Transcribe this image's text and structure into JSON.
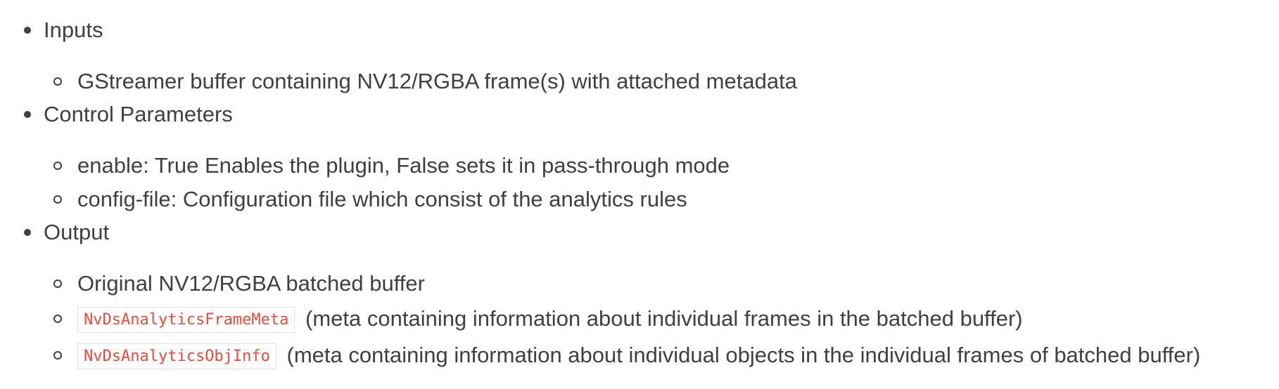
{
  "sections": [
    {
      "label": "Inputs",
      "items": [
        {
          "text": "GStreamer buffer containing NV12/RGBA frame(s) with attached metadata"
        }
      ]
    },
    {
      "label": "Control Parameters",
      "items": [
        {
          "text": "enable: True Enables the plugin, False sets it in pass-through mode"
        },
        {
          "text": "config-file: Configuration file which consist of the analytics rules"
        }
      ]
    },
    {
      "label": "Output",
      "items": [
        {
          "text": "Original NV12/RGBA batched buffer"
        },
        {
          "code": "NvDsAnalyticsFrameMeta",
          "text": "(meta containing information about individual frames in the batched buffer)"
        },
        {
          "code": "NvDsAnalyticsObjInfo",
          "text": "(meta containing information about individual objects in the individual frames of batched buffer)"
        }
      ]
    }
  ],
  "colors": {
    "body_text": "#404040",
    "code_text": "#e74c3c",
    "code_border": "#e1e4e5"
  }
}
